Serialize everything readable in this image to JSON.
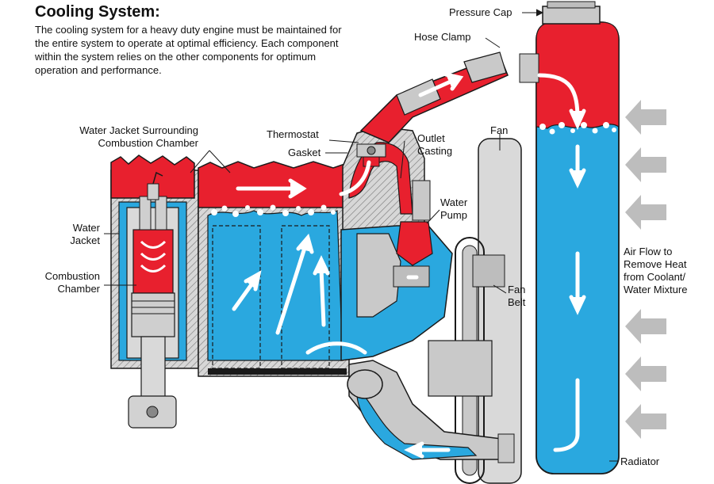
{
  "header": {
    "title": "Cooling System:",
    "description": "The cooling system for a heavy duty engine must be maintained for the entire system to operate at optimal efficiency. Each component within the system relies on the other components for optimum operation and performance."
  },
  "labels": {
    "pressure_cap": "Pressure Cap",
    "hose_clamp": "Hose Clamp",
    "water_jacket_surrounding": [
      "Water Jacket Surrounding",
      "Combustion Chamber"
    ],
    "thermostat": "Thermostat",
    "gasket": "Gasket",
    "outlet_casting": [
      "Outlet",
      "Casting"
    ],
    "fan": "Fan",
    "water_jacket": [
      "Water",
      "Jacket"
    ],
    "water_pump": [
      "Water",
      "Pump"
    ],
    "combustion_chamber": [
      "Combustion",
      "Chamber"
    ],
    "fan_belt": [
      "Fan",
      "Belt"
    ],
    "air_flow": [
      "Air Flow to",
      "Remove Heat",
      "from Coolant/",
      "Water Mixture"
    ],
    "radiator": "Radiator"
  },
  "colors": {
    "hot_coolant": "#e8202e",
    "cool_coolant": "#2aa8df",
    "metal": "#c9c9c9",
    "dark_metal": "#8a8a8a",
    "air_arrow": "#bdbdbd",
    "outline": "#1a1a1a"
  }
}
